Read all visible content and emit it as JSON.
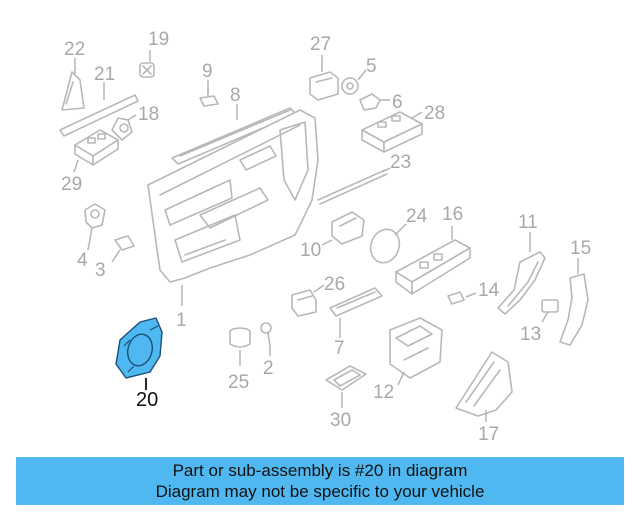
{
  "diagram": {
    "highlight_color": "#4fb8f0",
    "highlighted_part": "20",
    "callouts": {
      "p1": "1",
      "p3": "3",
      "p4": "4",
      "p5": "5",
      "p6": "6",
      "p7": "7",
      "p8": "8",
      "p9": "9",
      "p10": "10",
      "p11": "11",
      "p12": "12",
      "p13": "13",
      "p14": "14",
      "p15": "15",
      "p16": "16",
      "p17": "17",
      "p18": "18",
      "p19": "19",
      "p20": "20",
      "p21": "21",
      "p22": "22",
      "p23": "23",
      "p24": "24",
      "p25": "25",
      "p26": "26",
      "p27": "27",
      "p28": "28",
      "p29": "29",
      "p30": "30",
      "p2": "2"
    }
  },
  "banner": {
    "line1": "Part or sub-assembly is #20 in diagram",
    "line2": "Diagram may not be specific to your vehicle",
    "background": "#4fb8f0"
  }
}
